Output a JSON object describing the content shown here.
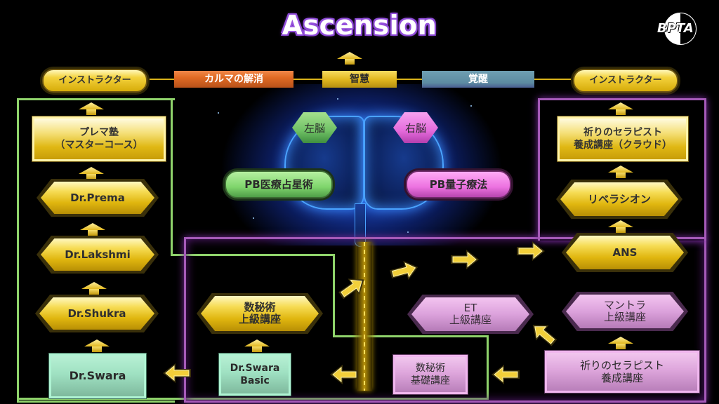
{
  "title": "Ascension",
  "logo": {
    "text": "BPTA",
    "icon": "yin-yang-icon"
  },
  "top_bar": {
    "instructor_left": "インストラクター",
    "instructor_right": "インストラクター",
    "karma": "カルマの解消",
    "wisdom": "智慧",
    "awakening": "覚醒"
  },
  "center": {
    "left_brain": "左脳",
    "right_brain": "右脳",
    "left_course": "PB医療占星術",
    "right_course": "PB量子療法"
  },
  "left_column": {
    "items": [
      {
        "label": "プレマ塾",
        "sub": "（マスターコース）"
      },
      {
        "label": "Dr.Prema"
      },
      {
        "label": "Dr.Lakshmi"
      },
      {
        "label": "Dr.Shukra"
      },
      {
        "label": "Dr.Swara"
      }
    ]
  },
  "middle": {
    "numerology_advanced": {
      "line1": "数秘術",
      "line2": "上級講座"
    },
    "swara_basic": {
      "line1": "Dr.Swara",
      "line2": "Basic"
    },
    "numerology_basic": {
      "line1": "数秘術",
      "line2": "基礎講座"
    },
    "et_advanced": {
      "line1": "ET",
      "line2": "上級講座"
    }
  },
  "right_column": {
    "items": [
      {
        "line1": "祈りのセラピスト",
        "line2": "養成講座（クラウド）"
      },
      {
        "line1": "リベラシオン"
      },
      {
        "line1": "ANS"
      },
      {
        "line1": "マントラ",
        "line2": "上級講座"
      },
      {
        "line1": "祈りのセラピスト",
        "line2": "養成講座"
      }
    ]
  },
  "colors": {
    "gold": "#e0b60f",
    "mint": "#9fe1c2",
    "pink": "#dca2dc",
    "green_border": "#8fd36b",
    "purple_border": "#a55ab8",
    "karma": "#e06a24",
    "awakening": "#5d8ca2",
    "title_glow": "#8a48d6"
  }
}
